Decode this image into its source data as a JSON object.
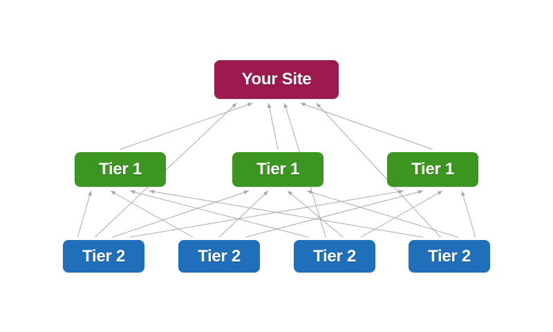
{
  "colors": {
    "site": "#9c1a4e",
    "tier1": "#3b9520",
    "tier2": "#1f6fba",
    "edge": "#a9a9a9"
  },
  "nodes": {
    "site": {
      "label": "Your Site"
    },
    "tier1": [
      {
        "label": "Tier 1"
      },
      {
        "label": "Tier 1"
      },
      {
        "label": "Tier 1"
      }
    ],
    "tier2": [
      {
        "label": "Tier 2"
      },
      {
        "label": "Tier 2"
      },
      {
        "label": "Tier 2"
      },
      {
        "label": "Tier 2"
      }
    ]
  },
  "edges": [
    {
      "from": "tier1.0",
      "to": "site"
    },
    {
      "from": "tier1.1",
      "to": "site"
    },
    {
      "from": "tier1.2",
      "to": "site"
    },
    {
      "from": "tier2.0",
      "to": "site"
    },
    {
      "from": "tier2.2",
      "to": "site"
    },
    {
      "from": "tier2.3",
      "to": "site"
    },
    {
      "from": "tier2.0",
      "to": "tier1.0"
    },
    {
      "from": "tier2.0",
      "to": "tier1.1"
    },
    {
      "from": "tier2.0",
      "to": "tier1.2"
    },
    {
      "from": "tier2.1",
      "to": "tier1.0"
    },
    {
      "from": "tier2.1",
      "to": "tier1.1"
    },
    {
      "from": "tier2.1",
      "to": "tier1.2"
    },
    {
      "from": "tier2.2",
      "to": "tier1.0"
    },
    {
      "from": "tier2.2",
      "to": "tier1.1"
    },
    {
      "from": "tier2.2",
      "to": "tier1.2"
    },
    {
      "from": "tier2.3",
      "to": "tier1.0"
    },
    {
      "from": "tier2.3",
      "to": "tier1.1"
    },
    {
      "from": "tier2.3",
      "to": "tier1.2"
    }
  ]
}
